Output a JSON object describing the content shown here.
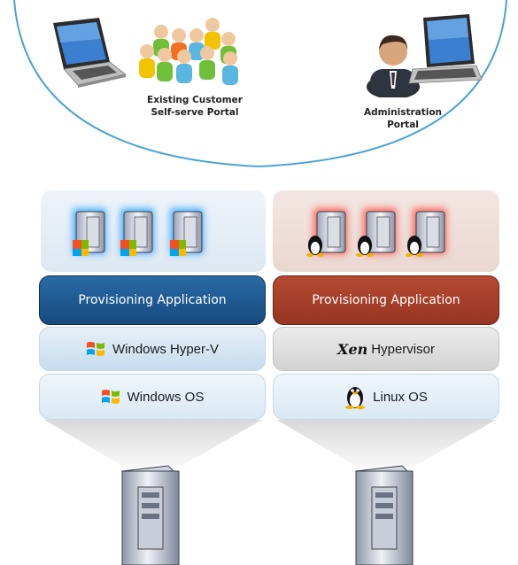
{
  "portals": {
    "customer_label_line1": "Existing Customer",
    "customer_label_line2": "Self-serve Portal",
    "admin_label_line1": "Administration",
    "admin_label_line2": "Portal"
  },
  "windows_stack": {
    "app_label": "Provisioning Application",
    "hypervisor_label": "Windows Hyper-V",
    "os_label": "Windows OS",
    "accent_color": "#1e5a8f"
  },
  "linux_stack": {
    "app_label": "Provisioning Application",
    "hypervisor_brand": "Xen",
    "hypervisor_label": "Hypervisor",
    "os_label": "Linux OS",
    "accent_color": "#a8402a"
  },
  "icons": [
    "laptop-icon",
    "user-group-icon",
    "administrator-icon",
    "server-icon",
    "windows-logo-icon",
    "xen-logo-icon",
    "tux-penguin-icon"
  ]
}
